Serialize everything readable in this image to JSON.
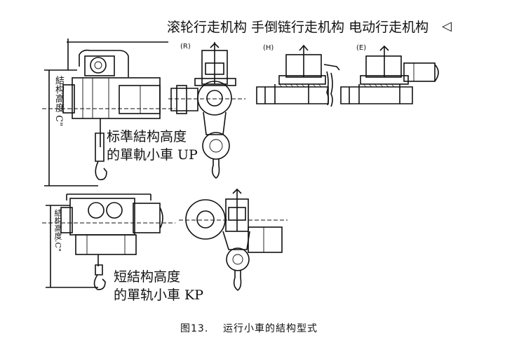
{
  "header": {
    "mechanisms_label": "滚轮行走机构 手倒链行走机构  电动行走机构",
    "arrow_glyph": "◁"
  },
  "views": [
    {
      "id": "R",
      "label": "(R)"
    },
    {
      "id": "H",
      "label": "(H)"
    },
    {
      "id": "E",
      "label": "(E)"
    }
  ],
  "dimension_labels": {
    "upper": "結构高度 C\"",
    "lower": "結构高度.C\""
  },
  "annotations": {
    "standard": [
      "标準結构高度",
      "的單軌小車 UP"
    ],
    "short": [
      "短結构高度",
      "的單轨小車 KP"
    ]
  },
  "caption": {
    "figure_no": "图13.",
    "text": "运行小車的結构型式"
  }
}
